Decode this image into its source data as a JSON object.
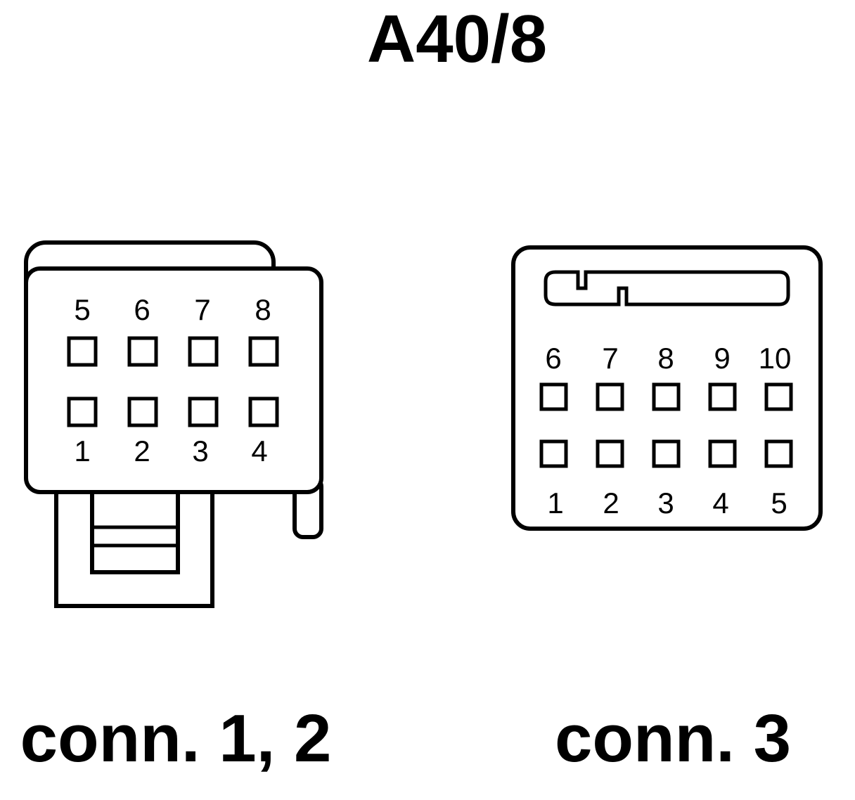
{
  "title": "A40/8",
  "connectors": [
    {
      "caption": "conn. 1, 2",
      "pins_top": [
        "5",
        "6",
        "7",
        "8"
      ],
      "pins_bottom": [
        "1",
        "2",
        "3",
        "4"
      ]
    },
    {
      "caption": "conn. 3",
      "pins_top": [
        "6",
        "7",
        "8",
        "9",
        "10"
      ],
      "pins_bottom": [
        "1",
        "2",
        "3",
        "4",
        "5"
      ]
    }
  ]
}
